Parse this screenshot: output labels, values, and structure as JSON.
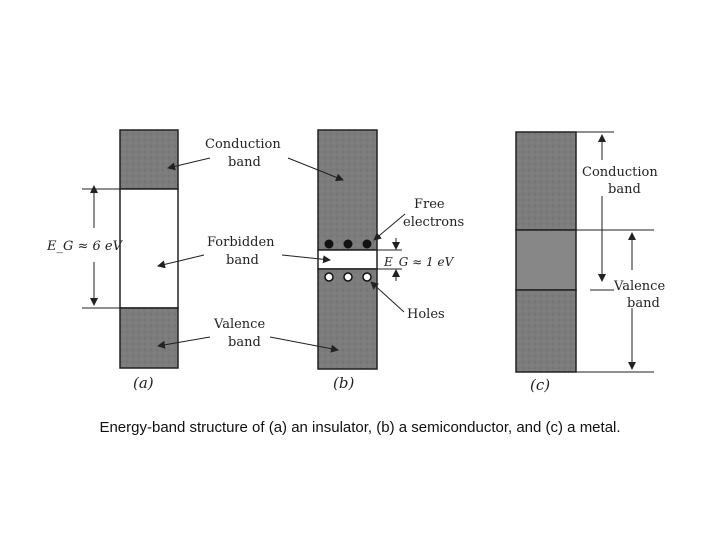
{
  "figure": {
    "panel_a": {
      "label": "(a)",
      "conduction": "Conduction band",
      "forbidden": "Forbidden band",
      "valence": "Valence band",
      "gap": "E_G ≈ 6 eV"
    },
    "panel_b": {
      "label": "(b)",
      "free_electrons_line1": "Free",
      "free_electrons_line2": "electrons",
      "holes": "Holes",
      "gap": "E_G ≈ 1 eV"
    },
    "panel_c": {
      "label": "(c)",
      "conduction_line1": "Conduction",
      "conduction_line2": "band",
      "valence_line1": "Valence",
      "valence_line2": "band"
    },
    "colors": {
      "band_fill": "#7a7a7a",
      "outline": "#222222"
    }
  },
  "caption": "Energy-band structure of (a) an insulator, (b) a semiconductor, and (c) a metal."
}
